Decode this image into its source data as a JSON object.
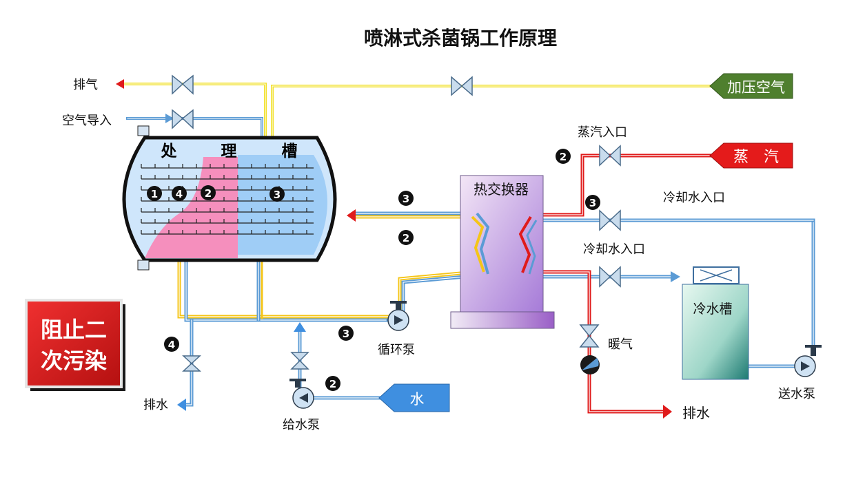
{
  "title": "喷淋式杀菌锅工作原理",
  "labels": {
    "exhaust": "排气",
    "air_inlet": "空气导入",
    "pressurized_air": "加压空气",
    "steam_inlet": "蒸汽入口",
    "steam": "蒸　汽",
    "cooling_water_inlet_1": "冷却水入口",
    "cooling_water_inlet_2": "冷却水入口",
    "heat_exchanger": "热交换器",
    "treatment_tank_1": "处",
    "treatment_tank_2": "理",
    "treatment_tank_3": "槽",
    "circulation_pump": "循环泵",
    "feed_pump": "给水泵",
    "water": "水",
    "drain_left": "排水",
    "drain_right": "排水",
    "heating": "暖气",
    "cold_water_tank": "冷水槽",
    "delivery_pump": "送水泵",
    "warning_line1": "阻止二",
    "warning_line2": "次污染"
  },
  "step_markers": {
    "tank_1": "1",
    "tank_4": "4",
    "tank_2": "2",
    "tank_3": "3",
    "steam": "2",
    "cooling": "3",
    "return_3": "3",
    "return_2": "2",
    "circ": "3",
    "drain": "4",
    "feed": "2"
  },
  "colors": {
    "air_line": "#f2e02a",
    "water_line": "#5b9bd5",
    "steam_line": "#e01b1b",
    "pressurized_air_fill": "#4f7f2e",
    "steam_fill": "#e41b1b",
    "water_fill": "#3f8fe0",
    "tank_fill": "#cfe6fb",
    "pink": "#f58fbd",
    "warning_fill": "#e02020"
  }
}
